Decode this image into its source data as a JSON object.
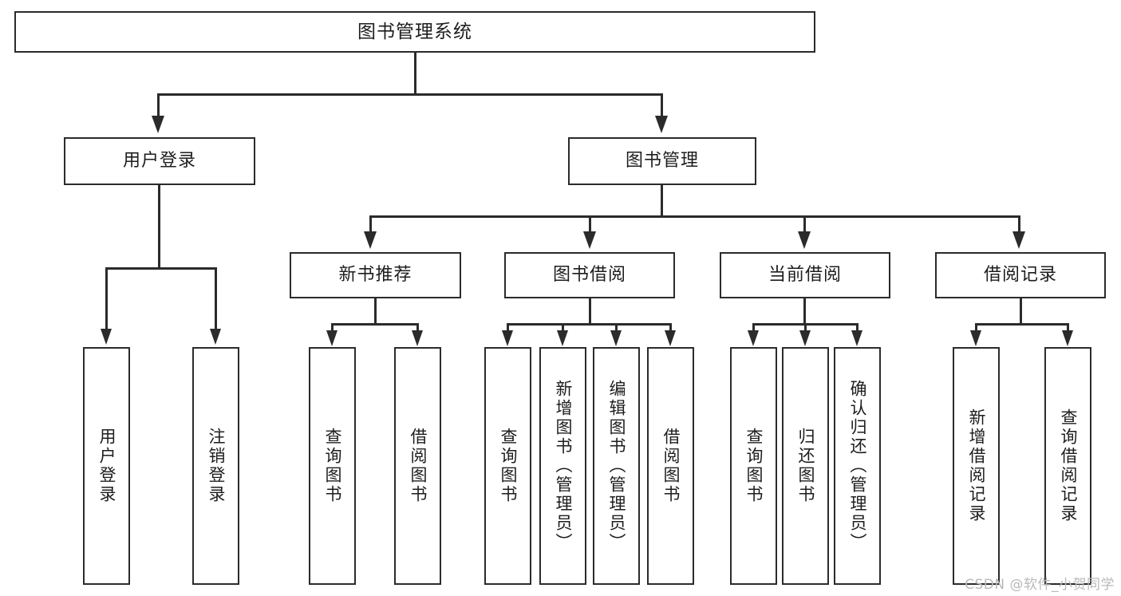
{
  "diagram": {
    "type": "tree",
    "title": "图书管理系统",
    "root": {
      "label": "图书管理系统"
    },
    "level2": [
      {
        "label": "用户登录"
      },
      {
        "label": "图书管理"
      }
    ],
    "level3": [
      {
        "label": "新书推荐"
      },
      {
        "label": "图书借阅"
      },
      {
        "label": "当前借阅"
      },
      {
        "label": "借阅记录"
      }
    ],
    "leaves_user_login": [
      {
        "label": "用户登录"
      },
      {
        "label": "注销登录"
      }
    ],
    "leaves_new_book": [
      {
        "label": "查询图书"
      },
      {
        "label": "借阅图书"
      }
    ],
    "leaves_borrow": [
      {
        "label": "查询图书"
      },
      {
        "label": "新增图书（管理员）"
      },
      {
        "label": "编辑图书（管理员）"
      },
      {
        "label": "借阅图书"
      }
    ],
    "leaves_current": [
      {
        "label": "查询图书"
      },
      {
        "label": "归还图书"
      },
      {
        "label": "确认归还（管理员）"
      }
    ],
    "leaves_record": [
      {
        "label": "新增借阅记录"
      },
      {
        "label": "查询借阅记录"
      }
    ]
  },
  "watermark": {
    "text": "CSDN @软件_小贺同学"
  },
  "colors": {
    "stroke": "#2b2b2b",
    "background": "#ffffff",
    "watermark": "#b9b9b9"
  }
}
